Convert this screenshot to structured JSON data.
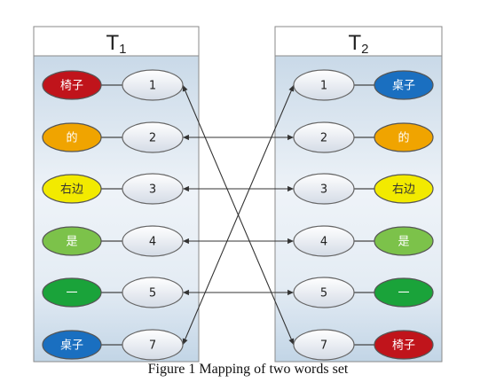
{
  "left_set": {
    "title_main": "T",
    "title_sub": "1",
    "words": [
      "椅子",
      "的",
      "右边",
      "是",
      "一",
      "桌子"
    ],
    "numbers": [
      "1",
      "2",
      "3",
      "4",
      "5",
      "7"
    ]
  },
  "right_set": {
    "title_main": "T",
    "title_sub": "2",
    "words": [
      "桌子",
      "的",
      "右边",
      "是",
      "一",
      "椅子"
    ],
    "numbers": [
      "1",
      "2",
      "3",
      "4",
      "5",
      "7"
    ]
  },
  "word_colors": {
    "椅子": "#c0141b",
    "的": "#f0a400",
    "右边": "#f2ea00",
    "是": "#7cc24a",
    "一": "#1aa33a",
    "桌子": "#1a6fc0"
  },
  "mapping": [
    {
      "from": "1",
      "to": "7"
    },
    {
      "from": "2",
      "to": "2"
    },
    {
      "from": "3",
      "to": "3"
    },
    {
      "from": "4",
      "to": "4"
    },
    {
      "from": "5",
      "to": "5"
    },
    {
      "from": "7",
      "to": "1"
    }
  ],
  "caption": "Figure 1 Mapping of two words set"
}
